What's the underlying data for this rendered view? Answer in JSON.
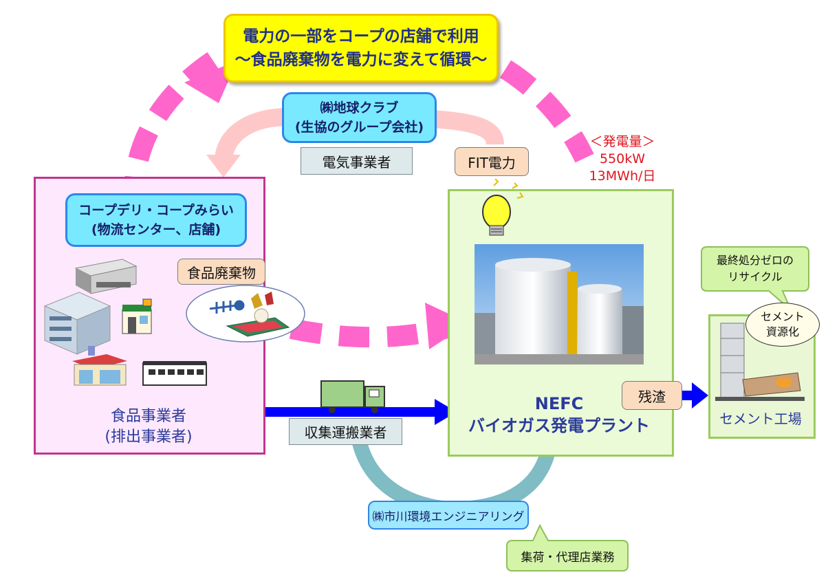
{
  "title": {
    "line1": "電力の一部をコープの店舗で利用",
    "line2": "～食品廃棄物を電力に変えて循環～"
  },
  "chikyu_club": {
    "line1": "㈱地球クラブ",
    "line2": "(生協のグループ会社)",
    "role": "電気事業者"
  },
  "fit_power": "FIT電力",
  "generation": {
    "label": "＜発電量＞",
    "power": "550kW",
    "daily": "13MWh/日"
  },
  "coop": {
    "line1": "コープデリ・コープみらい",
    "line2": "(物流センター、店舗)"
  },
  "food_waste": "食品廃棄物",
  "food_business": {
    "line1": "食品事業者",
    "line2": "(排出事業者)"
  },
  "plant": {
    "line1": "NEFC",
    "line2": "バイオガス発電プラント"
  },
  "residue": "残渣",
  "recycle_callout": {
    "line1": "最終処分ゼロの",
    "line2": "リサイクル"
  },
  "cement_resource": {
    "line1": "セメント",
    "line2": "資源化"
  },
  "cement_factory": "セメント工場",
  "transporter": "収集運搬業者",
  "ichikawa": "㈱市川環境エンジニアリング",
  "agency_callout": "集荷・代理店業務",
  "colors": {
    "pink_arrow": "#ff66cc",
    "blue_arrow": "#0000ff",
    "teal_loop": "#7fbcc4",
    "light_pink_arrow": "#ffc8c8",
    "generation_red": "#e0141e"
  }
}
